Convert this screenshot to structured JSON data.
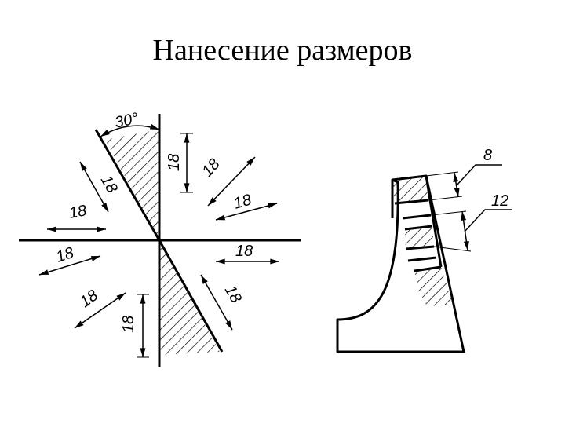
{
  "slide": {
    "title": "Нанесение размеров"
  },
  "left_figure": {
    "angle_label": "30°",
    "dim_labels": [
      "18",
      "18",
      "18",
      "18",
      "18",
      "18",
      "18",
      "18",
      "18",
      "18"
    ]
  },
  "right_figure": {
    "leader_labels": [
      "8",
      "12"
    ]
  },
  "colors": {
    "ink": "#000000",
    "background": "#ffffff"
  }
}
